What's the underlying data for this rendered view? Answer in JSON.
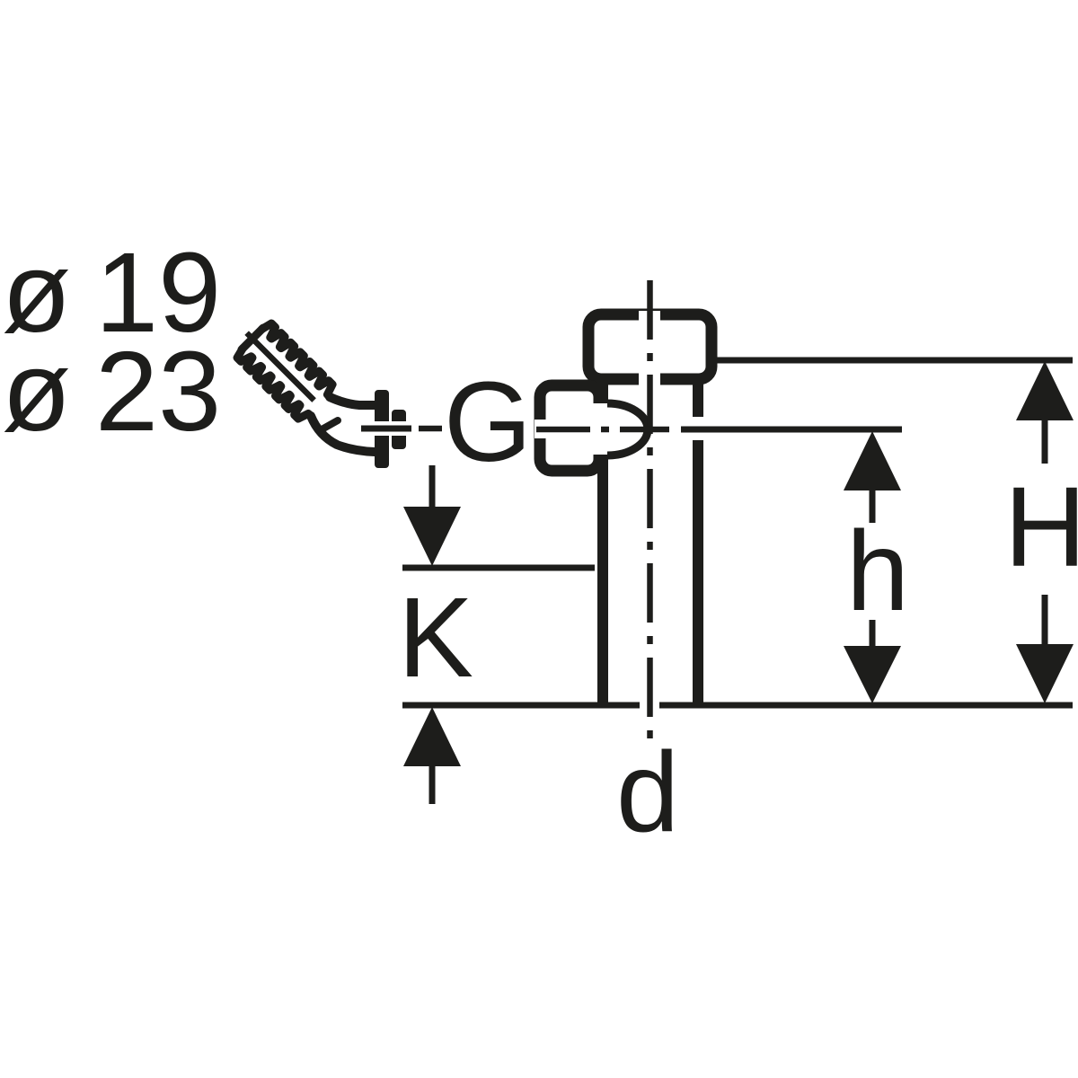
{
  "colors": {
    "ink": "#1d1d1b",
    "background": "#ffffff"
  },
  "labels": {
    "diameters": [
      {
        "symbol": "ø",
        "value": "19"
      },
      {
        "symbol": "ø",
        "value": "23"
      }
    ],
    "thread_size": "G",
    "insertion_depth": "K",
    "pipe_diameter": "d",
    "inlet_height": "h",
    "overall_height": "H"
  }
}
